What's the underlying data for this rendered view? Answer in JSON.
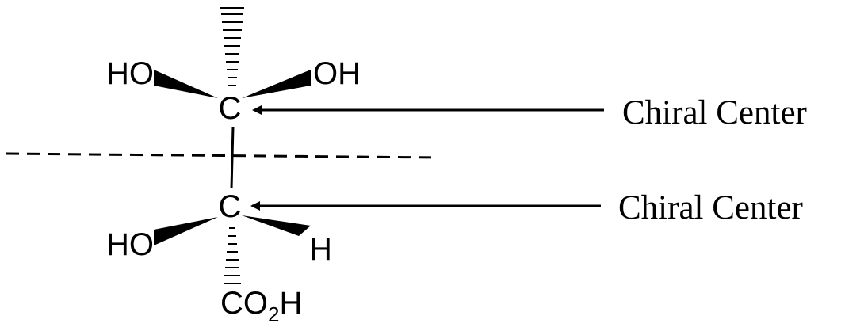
{
  "molecule": {
    "top_carbon": "C",
    "bottom_carbon": "C",
    "top_left_group": "HO",
    "top_right_group": "OH",
    "bottom_left_group": "HO",
    "bottom_right_group": "H",
    "bottom_group_main": "CO",
    "bottom_group_sub": "2",
    "bottom_group_end": "H"
  },
  "annotations": [
    {
      "label": "Chiral Center"
    },
    {
      "label": "Chiral Center"
    }
  ]
}
